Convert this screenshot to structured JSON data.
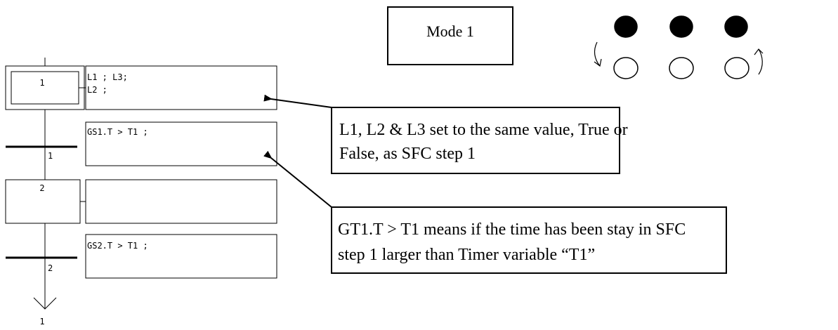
{
  "mode_box": {
    "label": "Mode 1"
  },
  "sfc": {
    "step1": {
      "number": "1",
      "action_line1": "L1 ; L3;",
      "action_line2": "L2 ;"
    },
    "transition1": {
      "number": "1",
      "condition": "GS1.T > T1 ;"
    },
    "step2": {
      "number": "2",
      "action": ""
    },
    "transition2": {
      "number": "2",
      "condition": "GS2.T > T1 ;"
    },
    "jump_target": "1"
  },
  "notes": {
    "note1": {
      "line1": "L1, L2 & L3 set to the same value, True or",
      "line2": "False, as SFC step 1"
    },
    "note2": {
      "line1": "GT1.T > T1 means if the time has been stay in SFC",
      "line2": "step 1 larger than Timer variable “T1”"
    }
  },
  "lamps": {
    "top_row": [
      "filled",
      "filled",
      "filled"
    ],
    "bottom_row": [
      "empty",
      "empty",
      "empty"
    ],
    "color_on": "#000000",
    "color_off": "#ffffff"
  }
}
